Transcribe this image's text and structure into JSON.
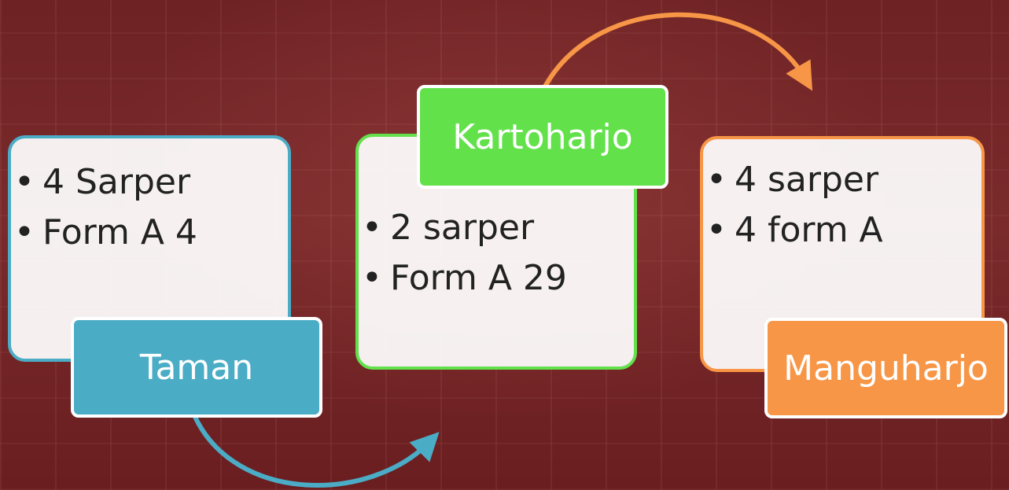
{
  "nodes": [
    {
      "label": "Taman",
      "color": "#4bacc6",
      "items": [
        "4 Sarper",
        "Form A 4"
      ]
    },
    {
      "label": "Kartoharjo",
      "color": "#63e14b",
      "items": [
        "2 sarper",
        "Form A 29"
      ]
    },
    {
      "label": "Manguharjo",
      "color": "#f79646",
      "items": [
        "4 sarper",
        "4 form A"
      ]
    }
  ],
  "bullet": "•"
}
